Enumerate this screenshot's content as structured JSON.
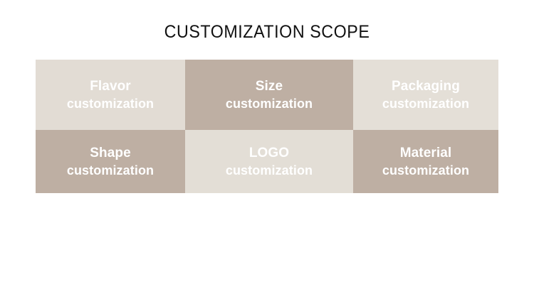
{
  "page": {
    "title": "CUSTOMIZATION SCOPE",
    "background_color": "#ffffff",
    "title_color": "#111111"
  },
  "palette": {
    "beige_light": "#E2DCD4",
    "beige_lighter": "#E4DFD7",
    "beige_light_alt": "#E3DED6",
    "taupe": "#BEAFA3",
    "text_on_cell": "#FFFFFF"
  },
  "grid": {
    "columns": 3,
    "rows": 2,
    "cells": [
      {
        "line1": "Flavor",
        "line2": "customization",
        "bg": "#E2DCD4",
        "text_color": "#FFFFFF",
        "name": "flavor-customization"
      },
      {
        "line1": "Size",
        "line2": "customization",
        "bg": "#BEAFA3",
        "text_color": "#FFFFFF",
        "name": "size-customization"
      },
      {
        "line1": "Packaging",
        "line2": "customization",
        "bg": "#E4DFD7",
        "text_color": "#FFFFFF",
        "name": "packaging-customization"
      },
      {
        "line1": "Shape",
        "line2": "customization",
        "bg": "#BEAFA3",
        "text_color": "#FFFFFF",
        "name": "shape-customization"
      },
      {
        "line1": "LOGO",
        "line2": "customization",
        "bg": "#E3DED6",
        "text_color": "#FFFFFF",
        "name": "logo-customization"
      },
      {
        "line1": "Material",
        "line2": "customization",
        "bg": "#BEAFA3",
        "text_color": "#FFFFFF",
        "name": "material-customization"
      }
    ]
  }
}
